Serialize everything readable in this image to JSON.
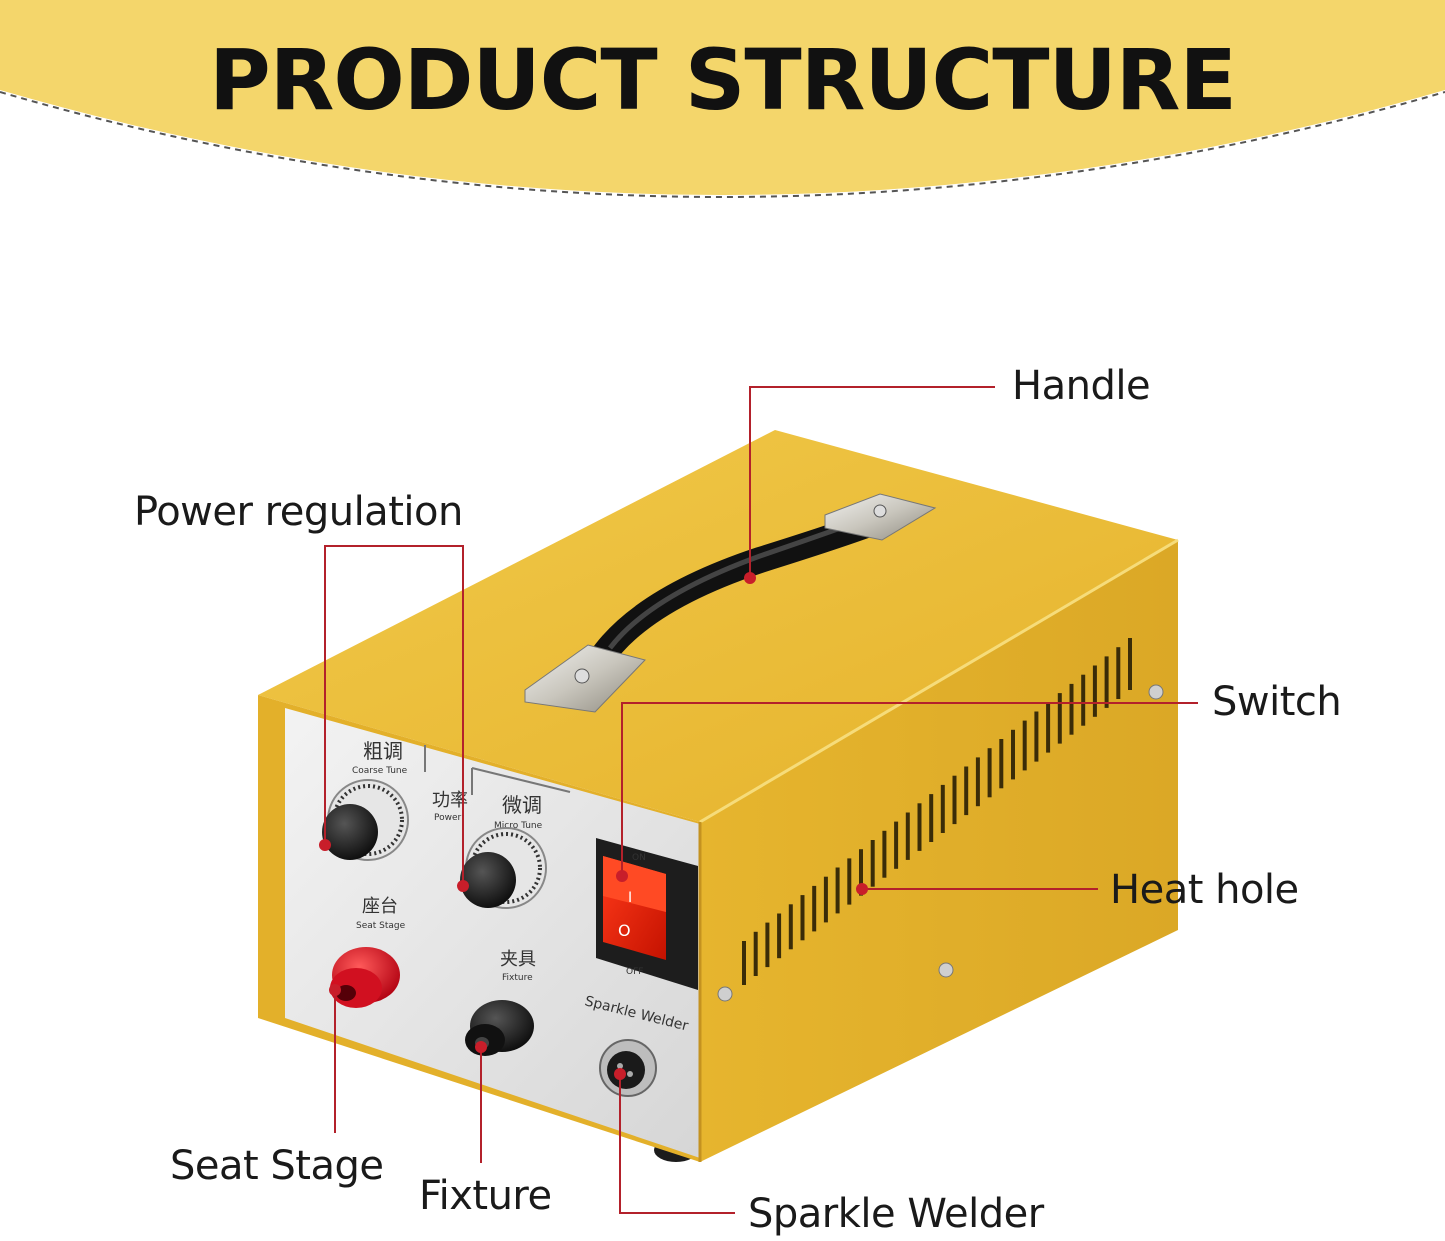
{
  "banner": {
    "title": "PRODUCT STRUCTURE",
    "color": "#f4d66b"
  },
  "labels": {
    "handle": "Handle",
    "power_regulation": "Power regulation",
    "switch": "Switch",
    "heat_hole": "Heat hole",
    "seat_stage": "Seat Stage",
    "fixture": "Fixture",
    "sparkle_welder": "Sparkle Welder"
  },
  "panel": {
    "coarse_cn": "粗调",
    "coarse_en": "Coarse Tune",
    "power_cn": "功率",
    "power_en": "Power",
    "micro_cn": "微调",
    "micro_en": "Micro Tune",
    "seat_cn": "座台",
    "seat_en": "Seat Stage",
    "fixture_cn": "夹具",
    "fixture_en": "Fixture",
    "brand": "Sparkle  Welder",
    "switch_on": "ON",
    "switch_off": "OFF",
    "switch_i": "I",
    "switch_o": "O"
  },
  "colors": {
    "leader": "#b3212b",
    "body": "#e8b62f",
    "body_side": "#d9a624"
  }
}
